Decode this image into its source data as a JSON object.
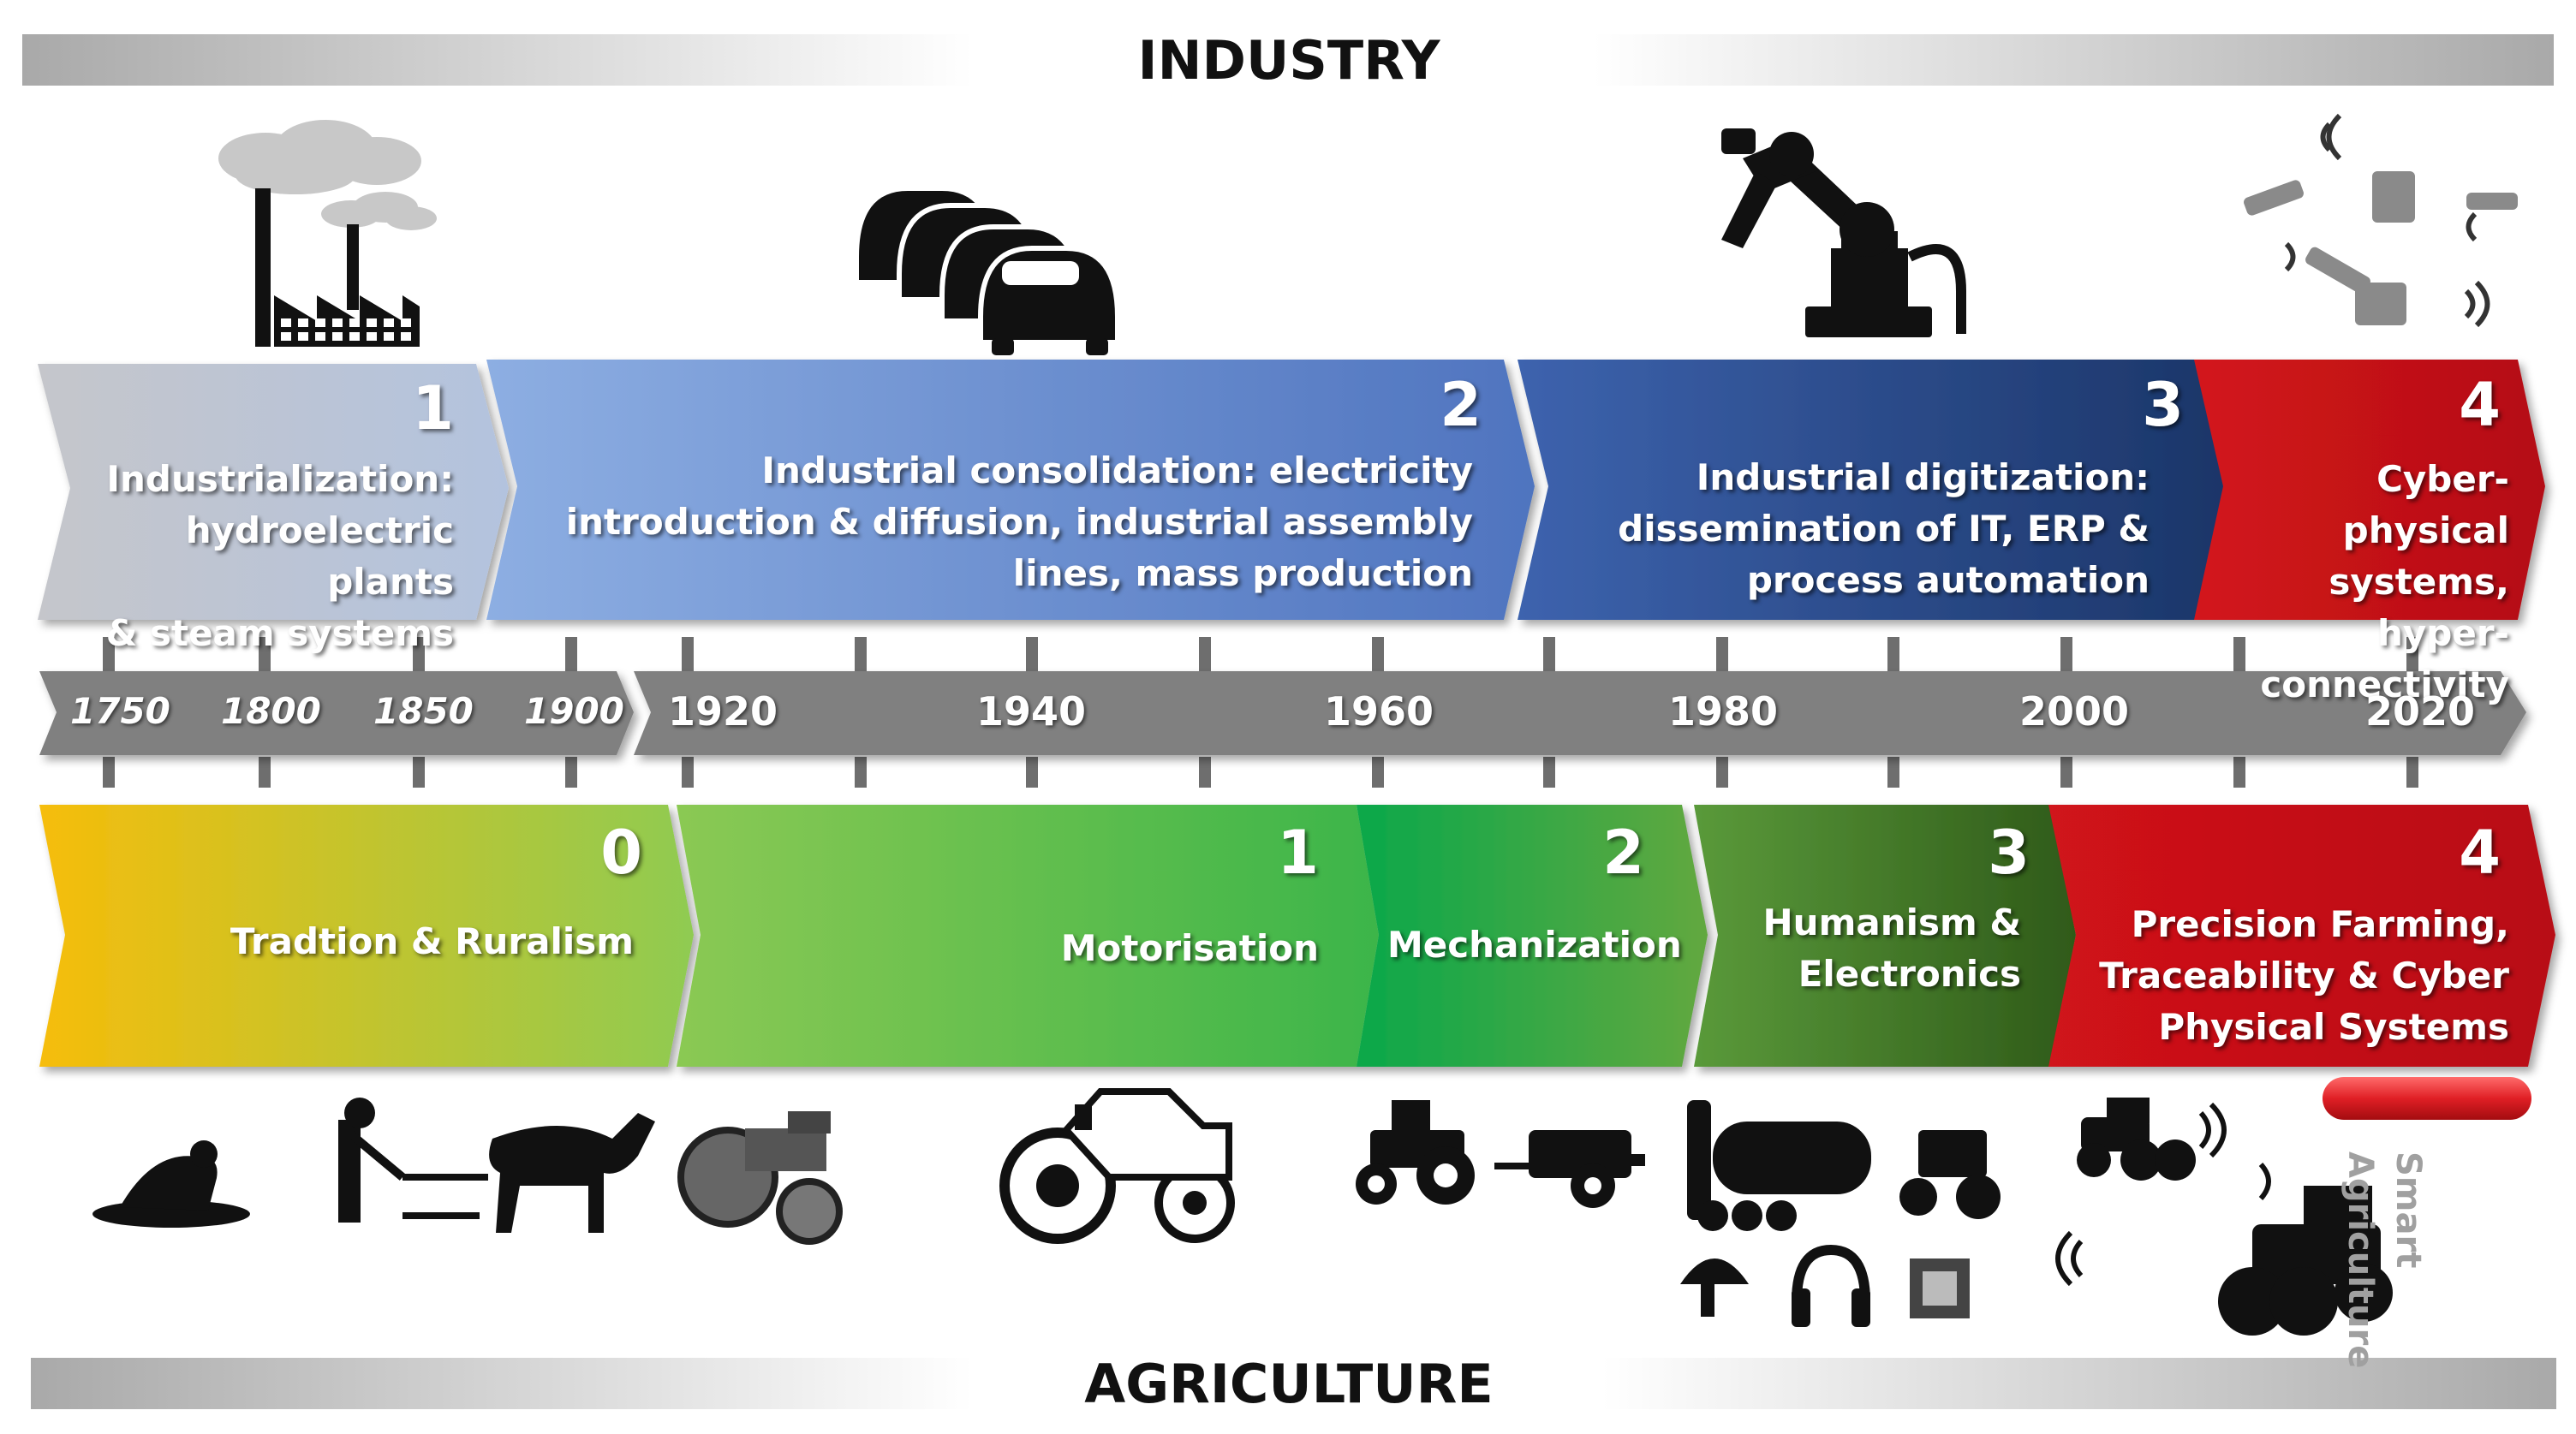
{
  "industry": {
    "title": "INDUSTRY",
    "stages": [
      {
        "number": "1",
        "lines": [
          "Industrialization:",
          "hydroelectric plants",
          "& steam systems"
        ],
        "icon": "factory-icon"
      },
      {
        "number": "2",
        "lines": [
          "Industrial consolidation:  electricity",
          "introduction  & diffusion, industrial assembly",
          "lines, mass production"
        ],
        "icon": "cars-icon"
      },
      {
        "number": "3",
        "lines": [
          "Industrial digitization:",
          "dissemination of IT, ERP &",
          "process automation"
        ],
        "icon": "robot-arm-icon"
      },
      {
        "number": "4",
        "lines": [
          "Cyber-physical",
          "systems, hyper-",
          "connectivity"
        ],
        "icon": "connected-robots-icon"
      }
    ]
  },
  "timeline": {
    "years": [
      "1750",
      "1800",
      "1850",
      "1900",
      "1920",
      "1940",
      "1960",
      "1980",
      "2000",
      "2020"
    ]
  },
  "agriculture": {
    "title": "AGRICULTURE",
    "stages": [
      {
        "number": "0",
        "lines": [
          "Tradtion  & Ruralism"
        ],
        "icon": "farmer-and-horse-plough-icon"
      },
      {
        "number": "1",
        "lines": [
          "Motorisation"
        ],
        "icon": "vintage-tractor-icon"
      },
      {
        "number": "2",
        "lines": [
          "Mechanization"
        ],
        "icon": "tractor-with-baler-icon"
      },
      {
        "number": "3",
        "lines": [
          "Humanism &",
          "Electronics"
        ],
        "icon": "tanker-helmet-headphones-chip-icon"
      },
      {
        "number": "4",
        "lines": [
          "Precision Farming,",
          "Traceability & Cyber",
          "Physical Systems"
        ],
        "icon": "smart-tractors-icon"
      }
    ],
    "smart_label_lines": [
      "Smart",
      "Agriculture"
    ]
  },
  "colors": {
    "industry_gray": "#bdbdc4",
    "industry_blue": "#7a9fd8",
    "industry_navy": "#1f3f80",
    "industry_red": "#c0151b",
    "timeline_gray": "#7f7f7f",
    "agri_yellow": "#f5bf0c",
    "agri_green": "#7ec64f",
    "agri_dark_green": "#3b6b20",
    "agri_red": "#c0151b"
  }
}
